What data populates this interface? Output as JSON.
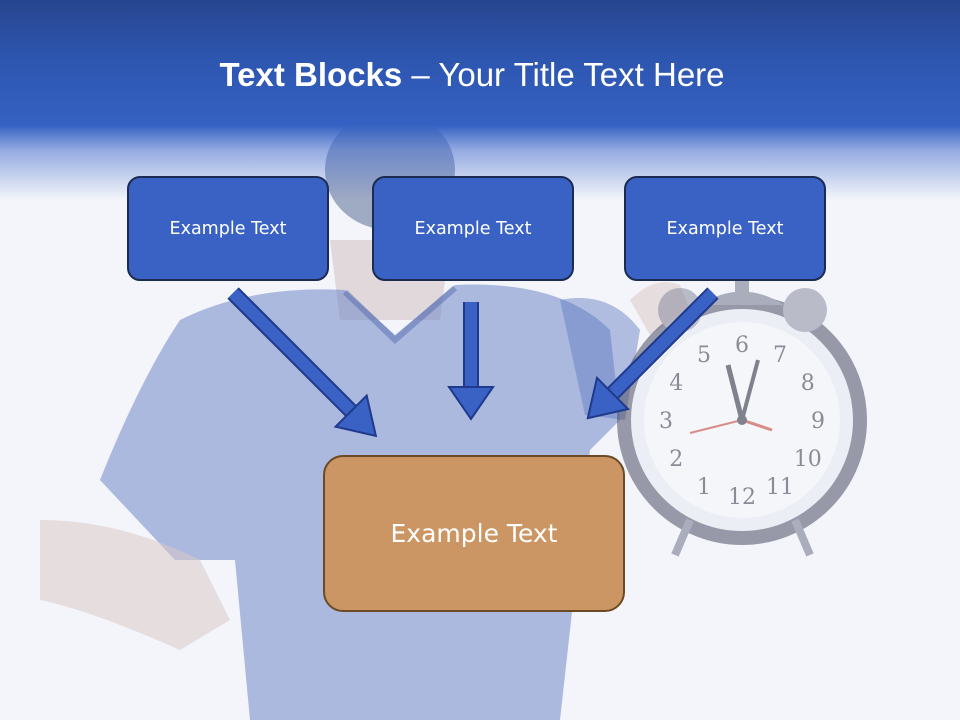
{
  "slide": {
    "title_bold": "Text Blocks",
    "title_rest": " – Your Title Text Here",
    "blocks": [
      {
        "text": "Example Text"
      },
      {
        "text": "Example Text"
      },
      {
        "text": "Example Text"
      }
    ],
    "target_block": {
      "text": "Example Text"
    },
    "clock_numerals": [
      "12",
      "1",
      "2",
      "3",
      "4",
      "5",
      "6",
      "7",
      "8",
      "9",
      "10",
      "11"
    ],
    "colors": {
      "header": "#2d56b0",
      "top_block_fill": "#3a62c4",
      "top_block_border": "#1b2b52",
      "target_fill": "#cc9664",
      "target_border": "#6b4a25",
      "arrow": "#3a62c4"
    }
  }
}
